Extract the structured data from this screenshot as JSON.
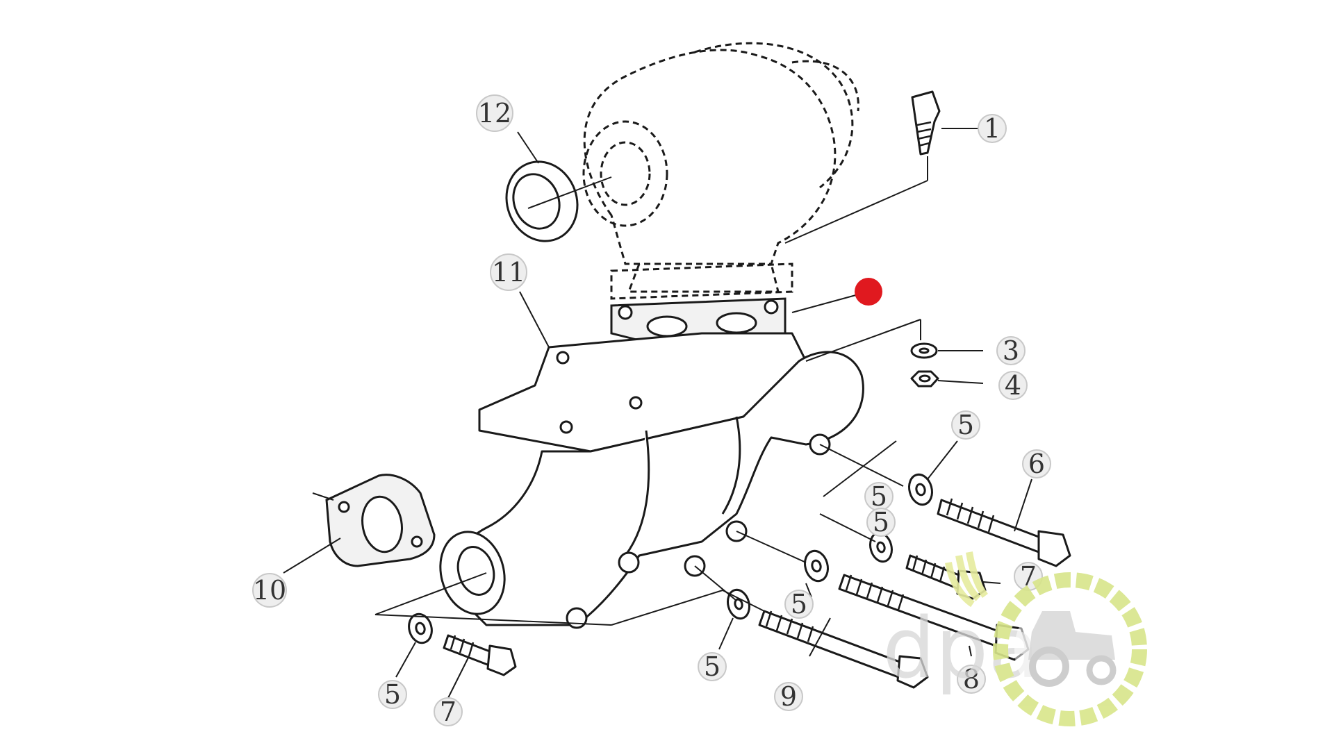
{
  "callouts": {
    "c1": "1",
    "c3": "3",
    "c4": "4",
    "c5a": "5",
    "c5b": "5",
    "c5c": "5",
    "c5d": "5",
    "c5e": "5",
    "c5f": "5",
    "c6": "6",
    "c7a": "7",
    "c7b": "7",
    "c8": "8",
    "c9": "9",
    "c10": "10",
    "c11": "11",
    "c12": "12"
  },
  "watermark": {
    "text": "dpa"
  },
  "colors": {
    "marker": "#e0191f",
    "logo_green": "#d8e58a",
    "watermark_gray": "#d8d8d8"
  }
}
